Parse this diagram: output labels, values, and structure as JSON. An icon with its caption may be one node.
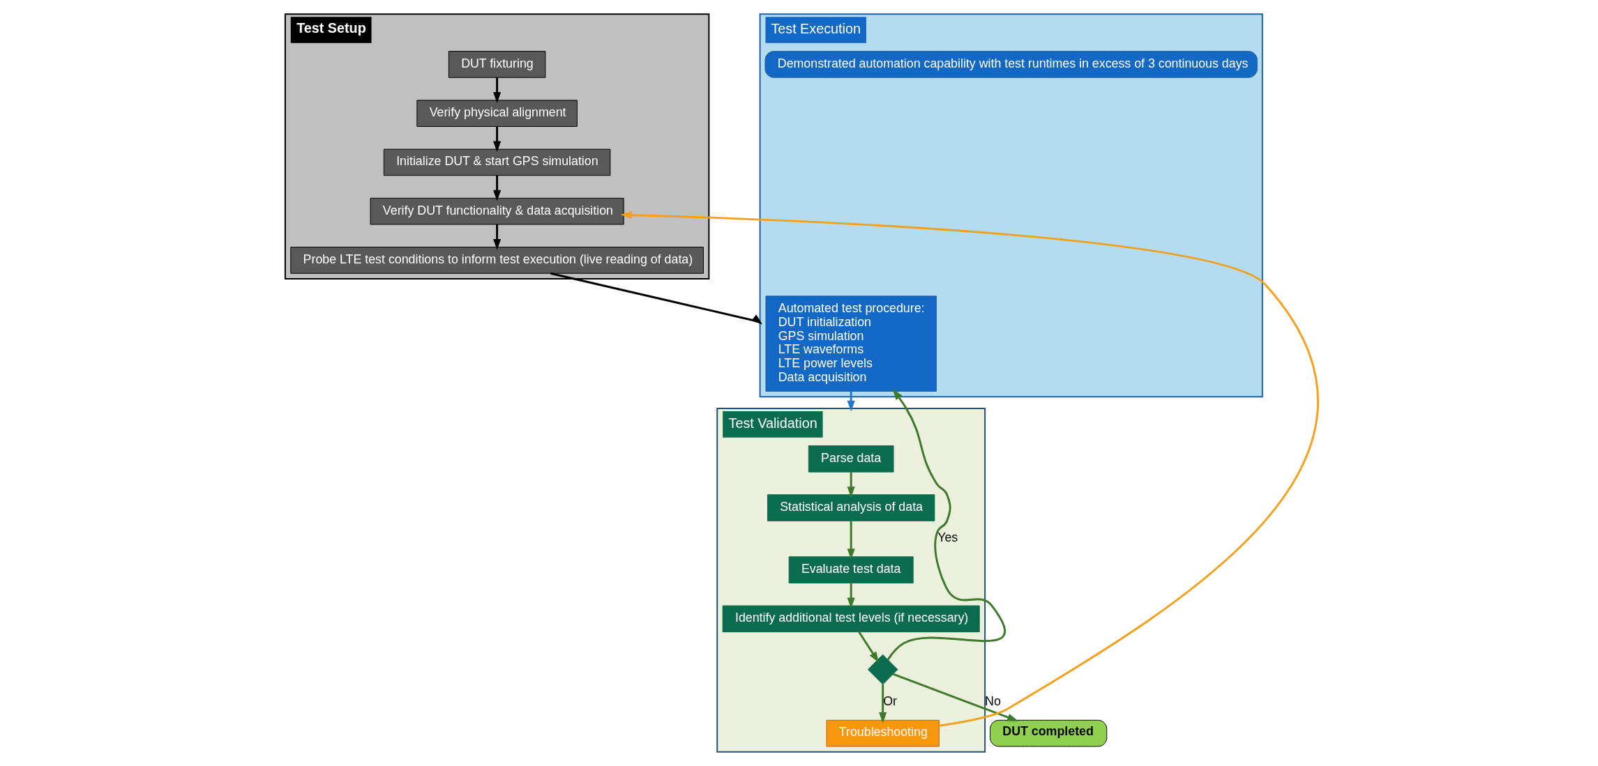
{
  "diagram": {
    "nodes": [
      {
        "text": [
          "Test Setup"
        ]
      },
      {
        "text": [
          "DUT fixturing"
        ],
        "in": 0
      },
      {
        "text": [
          "Verify physical alignment"
        ],
        "in": 0
      },
      {
        "text": [
          "Initialize DUT & start GPS simulation"
        ],
        "in": 0
      },
      {
        "text": [
          "Verify DUT functionality & data acquisition"
        ],
        "in": 0
      },
      {
        "text": [
          "Probe LTE test conditions to inform test execution (live reading of data)"
        ],
        "in": 0
      },
      {
        "text": [
          "Test Execution"
        ]
      },
      {
        "text": [
          "Automated test procedure:",
          "DUT initialization",
          "GPS simulation",
          "LTE waveforms",
          "LTE power levels",
          "Data acquisition"
        ],
        "in": 6
      },
      {
        "text": [
          "Demonstrated automation capability with test runtimes in excess of 3 continuous days"
        ],
        "in": 6
      },
      {
        "text": [
          "Test Validation"
        ]
      },
      {
        "text": [
          "Parse data"
        ],
        "in": 9
      },
      {
        "text": [
          "Statistical analysis of data"
        ],
        "in": 9
      },
      {
        "text": [
          "Evaluate test data"
        ],
        "in": 9
      },
      {
        "text": [
          "Identify additional test levels (if necessary)"
        ],
        "in": 9
      },
      {
        "text": [],
        "shape": "diamond",
        "in": 9
      },
      {
        "text": [
          "Troubleshooting"
        ],
        "in": 9
      },
      {
        "text": [
          "DUT completed"
        ]
      }
    ],
    "edges": [
      {
        "from": 1,
        "to": 2,
        "arrow": "to",
        "color": "#000000"
      },
      {
        "from": 2,
        "to": 3,
        "arrow": "to",
        "color": "#000000"
      },
      {
        "from": 3,
        "to": 4,
        "arrow": "to",
        "color": "#000000"
      },
      {
        "from": 4,
        "to": 5,
        "arrow": "to",
        "color": "#000000"
      },
      {
        "from": 5,
        "to": 6,
        "arrow": "to",
        "color": "#000000"
      },
      {
        "from": 7,
        "to": 9,
        "arrow": "to",
        "color": "#1f78d1"
      },
      {
        "from": 10,
        "to": 11,
        "arrow": "to",
        "color": "#3d7a2a"
      },
      {
        "from": 11,
        "to": 12,
        "arrow": "to",
        "color": "#3d7a2a"
      },
      {
        "from": 12,
        "to": 13,
        "arrow": "to",
        "color": "#3d7a2a"
      },
      {
        "from": 13,
        "to": 14,
        "arrow": "to",
        "color": "#3d7a2a"
      },
      {
        "from": 14,
        "to": 7,
        "arrow": "to",
        "label": "Yes",
        "color": "#3d7a2a"
      },
      {
        "from": 14,
        "to": 16,
        "arrow": "to",
        "label": "No",
        "color": "#3d7a2a"
      },
      {
        "from": 14,
        "to": 15,
        "arrow": "to",
        "label": "Or",
        "color": "#3d7a2a"
      },
      {
        "from": 15,
        "to": 4,
        "arrow": "to",
        "color": "#f5a01a"
      }
    ]
  }
}
